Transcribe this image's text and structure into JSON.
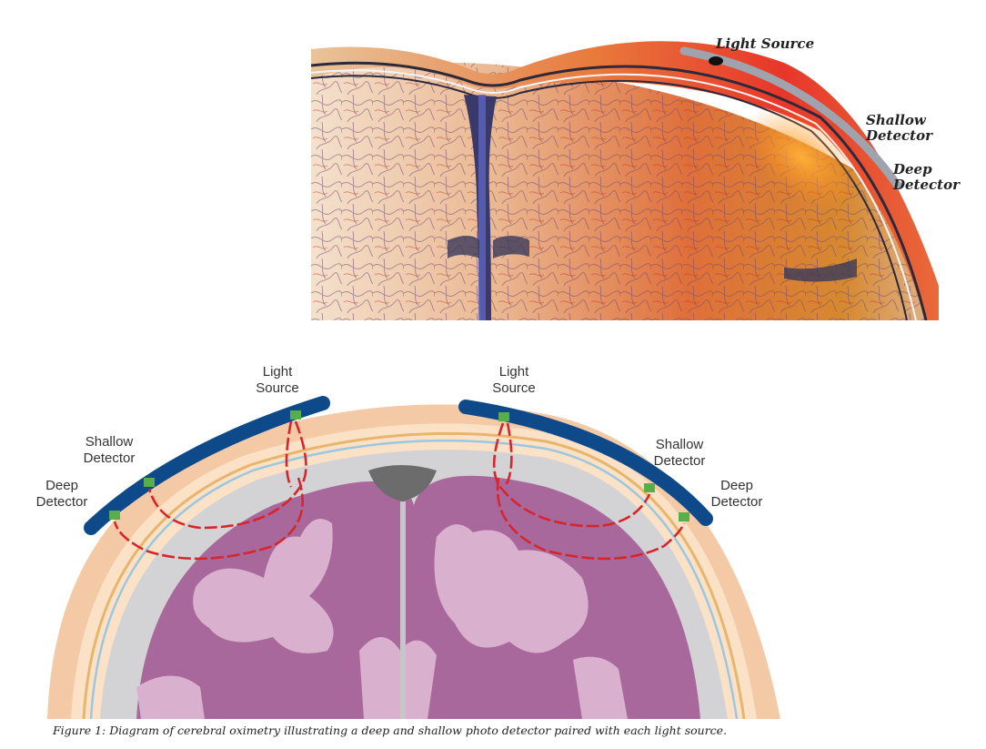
{
  "top_panel": {
    "labels": {
      "light_source": "Light Source",
      "shallow_detector": "Shallow\nDetector",
      "deep_detector": "Deep\nDetector"
    }
  },
  "bottom_panel": {
    "labels": {
      "light_source_left": "Light\nSource",
      "light_source_right": "Light\nSource",
      "shallow_detector_left": "Shallow\nDetector",
      "shallow_detector_right": "Shallow\nDetector",
      "deep_detector_left": "Deep\nDetector",
      "deep_detector_right": "Deep\nDetector"
    }
  },
  "caption": "Figure 1: Diagram of cerebral oximetry illustrating a deep and shallow photo detector paired with each light source.",
  "colors": {
    "skin": "#f3c9a6",
    "bone": "#fbe2c7",
    "csf": "#c9dde9",
    "brain": "#a9689b",
    "white_matter": "#d9b1cf",
    "ventricle": "#6c6c6c",
    "sensor_pad": "#0e4a8a",
    "sensor_element": "#5aae4a",
    "light_path": "#d6262d"
  }
}
